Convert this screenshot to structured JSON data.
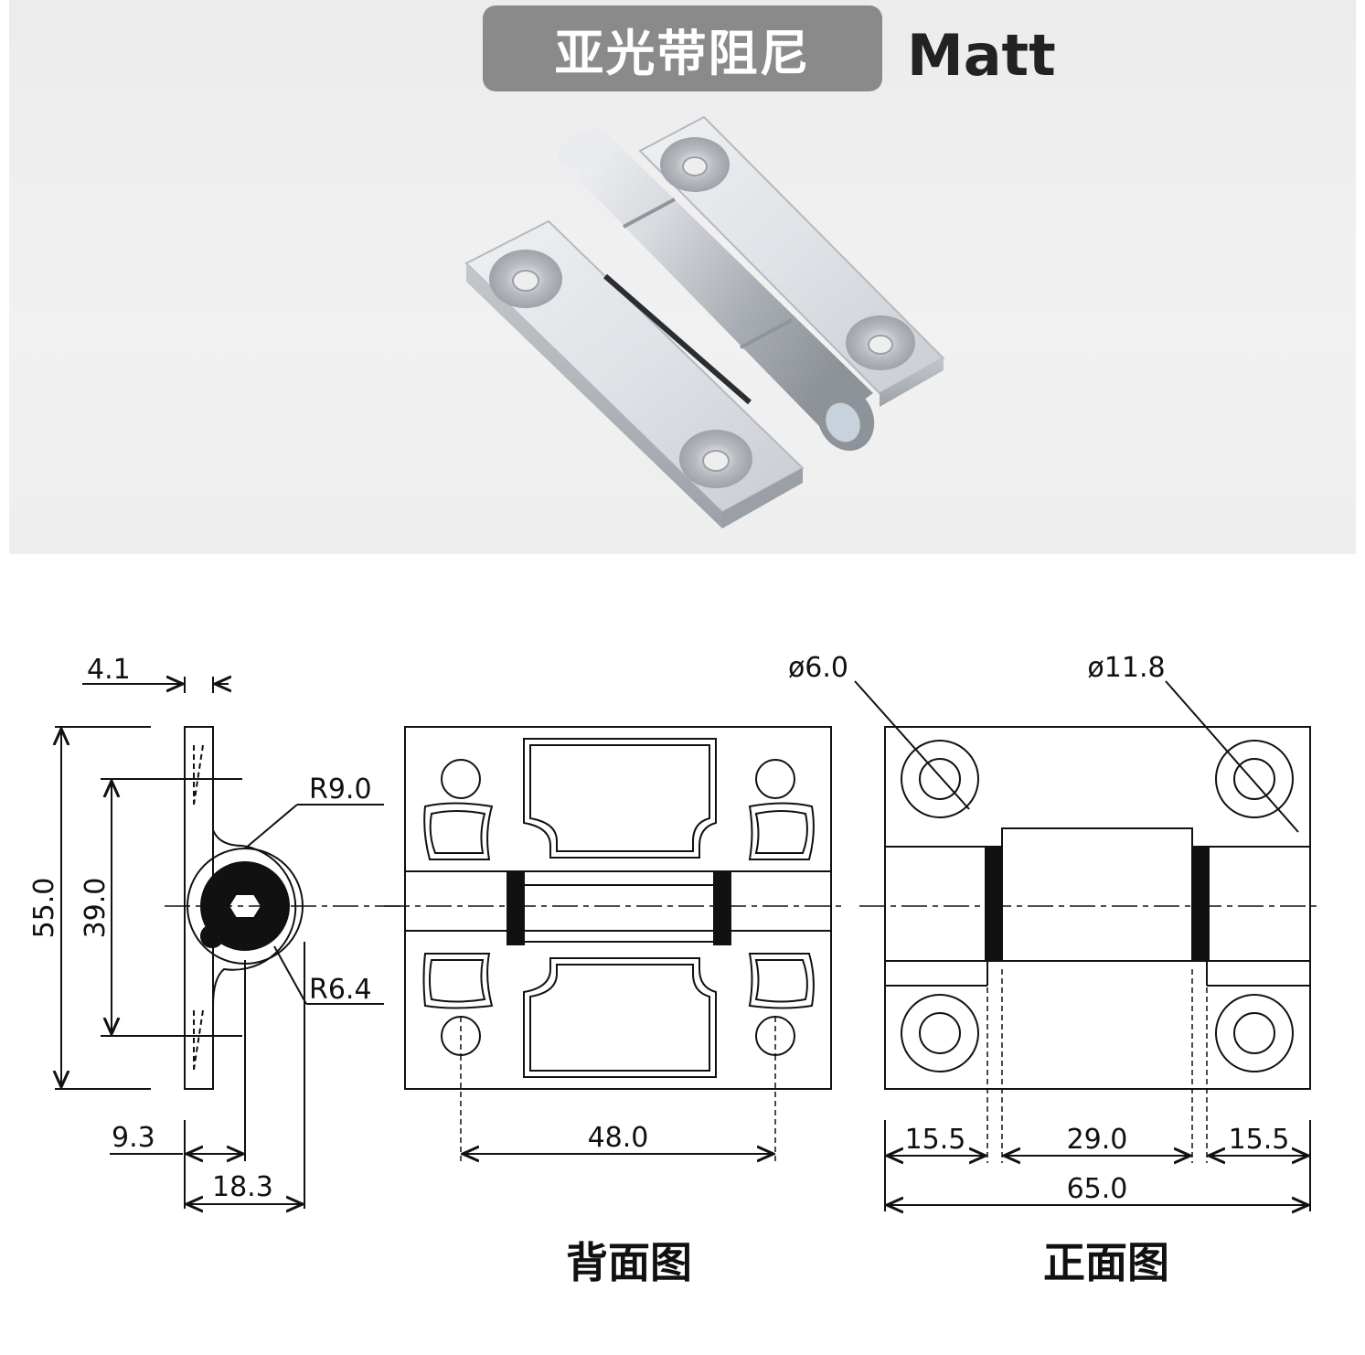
{
  "header": {
    "badge_text": "亚光带阻尼",
    "finish": "Matt",
    "badge_color": "#8a8a8a"
  },
  "photo": {
    "subject": "hinge-photo"
  },
  "drawing": {
    "side_view": {
      "dims": {
        "thickness": "4.1",
        "height": "55.0",
        "hole_spacing": "39.0",
        "outer_radius": "R9.0",
        "inner_radius": "R6.4",
        "axis_offset": "9.3",
        "depth": "18.3"
      }
    },
    "back_view": {
      "hole_spacing": "48.0",
      "caption": "背面图"
    },
    "front_view": {
      "hole_dia": "ø6.0",
      "counterbore_dia": "ø11.8",
      "left_leaf": "15.5",
      "knuckle": "29.0",
      "right_leaf": "15.5",
      "width": "65.0",
      "caption": "正面图"
    }
  }
}
